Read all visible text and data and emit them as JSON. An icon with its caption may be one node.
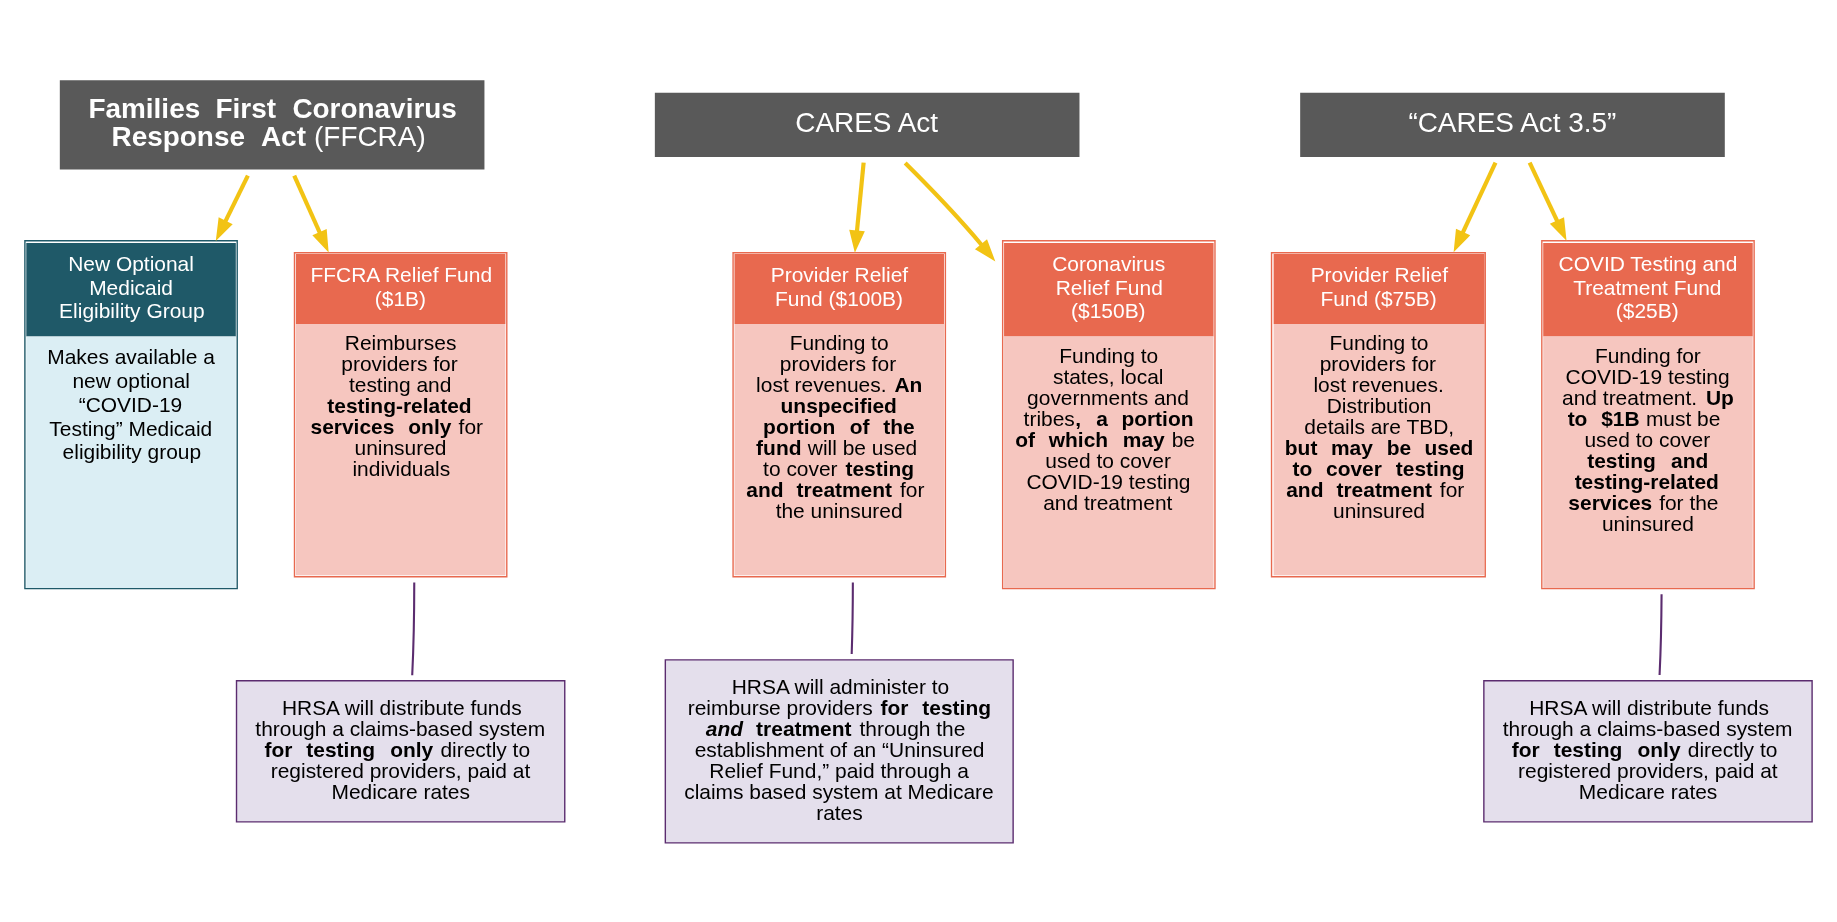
{
  "diagram": {
    "nodes": [
      {
        "text": [
          "**Families First Coronavirus Response Act** (FFCRA)"
        ]
      },
      {
        "text": [
          "CARES Act"
        ]
      },
      {
        "text": [
          "“CARES Act 3.5”"
        ]
      },
      {
        "text": [
          "New Optional Medicaid Eligibility Group",
          "Makes available a new optional “COVID-19 Testing” Medicaid eligibility group"
        ]
      },
      {
        "text": [
          "FFCRA Relief Fund ($1B)",
          "Reimburses providers for testing and **testing-related services only** for uninsured individuals"
        ]
      },
      {
        "text": [
          "Provider Relief Fund ($100B)",
          "Funding to providers for lost revenues. **An unspecified portion of the fund** will be used to cover **testing and treatment** for the uninsured"
        ]
      },
      {
        "text": [
          "Coronavirus Relief Fund ($150B)",
          "Funding to states, local governments and tribes**, a portion of which may** be used to cover COVID-19 testing and treatment"
        ]
      },
      {
        "text": [
          "Provider Relief Fund ($75B)",
          "Funding to providers for lost revenues. Distribution details are TBD, **but may be used to cover testing and treatment** for uninsured"
        ]
      },
      {
        "text": [
          "COVID Testing and Treatment Fund ($25B)",
          "Funding for COVID-19 testing and treatment. **Up to $1B** must be used to cover **testing and testing-related services** for the uninsured"
        ]
      },
      {
        "text": [
          "HRSA will distribute funds through a claims-based system **for testing only** directly to registered providers, paid at Medicare rates"
        ]
      },
      {
        "text": [
          "HRSA will administer to reimburse providers **for testing *and* treatment** through the establishment of an “Uninsured Relief Fund,” paid through a claims based system at Medicare rates"
        ]
      },
      {
        "text": [
          "HRSA will distribute funds through a claims-based system **for testing only** directly to registered providers, paid at Medicare rates"
        ]
      }
    ],
    "edges": [
      {
        "from": 0,
        "to": 3,
        "arrow": "to",
        "color": "#f2c314"
      },
      {
        "from": 0,
        "to": 4,
        "arrow": "to",
        "color": "#f2c314"
      },
      {
        "from": 1,
        "to": 5,
        "arrow": "to",
        "color": "#f2c314"
      },
      {
        "from": 1,
        "to": 6,
        "arrow": "to",
        "color": "#f2c314"
      },
      {
        "from": 2,
        "to": 7,
        "arrow": "to",
        "color": "#f2c314"
      },
      {
        "from": 2,
        "to": 8,
        "arrow": "to",
        "color": "#f2c314"
      },
      {
        "from": 9,
        "to": 4,
        "arrow": "none",
        "color": "#5b2c6f"
      },
      {
        "from": 10,
        "to": 5,
        "arrow": "none",
        "color": "#5b2c6f"
      },
      {
        "from": 11,
        "to": 8,
        "arrow": "none",
        "color": "#5b2c6f"
      }
    ]
  }
}
